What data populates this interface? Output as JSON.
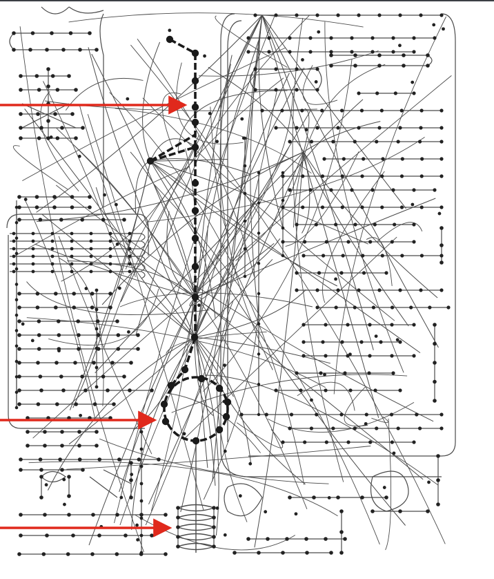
{
  "figure": {
    "description_visible_text": "",
    "colors": {
      "background": "#ffffff",
      "top_bar": "#3b3f45",
      "network_line": "#4a4a4a",
      "node": "#222222",
      "pathway_highlight": "#1a1a1a",
      "arrow": "#e0291c"
    },
    "arrows": [
      {
        "name": "arrow-glycolysis",
        "points_to": "glycolysis-pathway"
      },
      {
        "name": "arrow-tca-cycle",
        "points_to": "tca-cycle"
      },
      {
        "name": "arrow-oxidative-phosphorylation",
        "points_to": "oxphos-ladder"
      }
    ],
    "icons": [
      "metabolic-network-diagram"
    ]
  }
}
